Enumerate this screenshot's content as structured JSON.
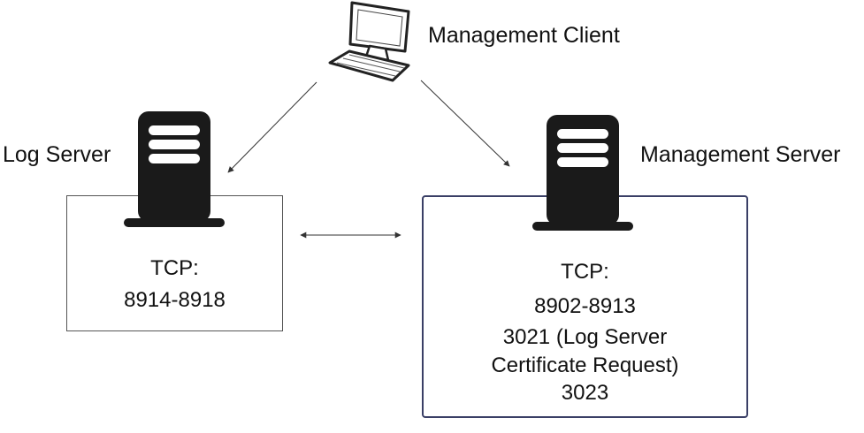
{
  "management_client": {
    "label": "Management Client",
    "icon": "computer-icon"
  },
  "log_server": {
    "label": "Log Server",
    "icon": "server-tower-icon",
    "ports": [
      "TCP:",
      "8914-8918"
    ]
  },
  "management_server": {
    "label": "Management Server",
    "icon": "server-tower-icon",
    "ports": [
      "TCP:",
      "8902-8913",
      "3021 (Log Server",
      "Certificate Request)",
      "3023"
    ]
  },
  "connections": [
    {
      "from": "management_client",
      "to": "log_server",
      "direction": "one-way"
    },
    {
      "from": "management_client",
      "to": "management_server",
      "direction": "one-way"
    },
    {
      "from": "log_server",
      "to": "management_server",
      "direction": "two-way"
    }
  ],
  "colors": {
    "line": "#333333",
    "server_fill": "#1a1a1a",
    "mgmt_box_border": "#3a3f66",
    "log_box_border": "#555555"
  }
}
